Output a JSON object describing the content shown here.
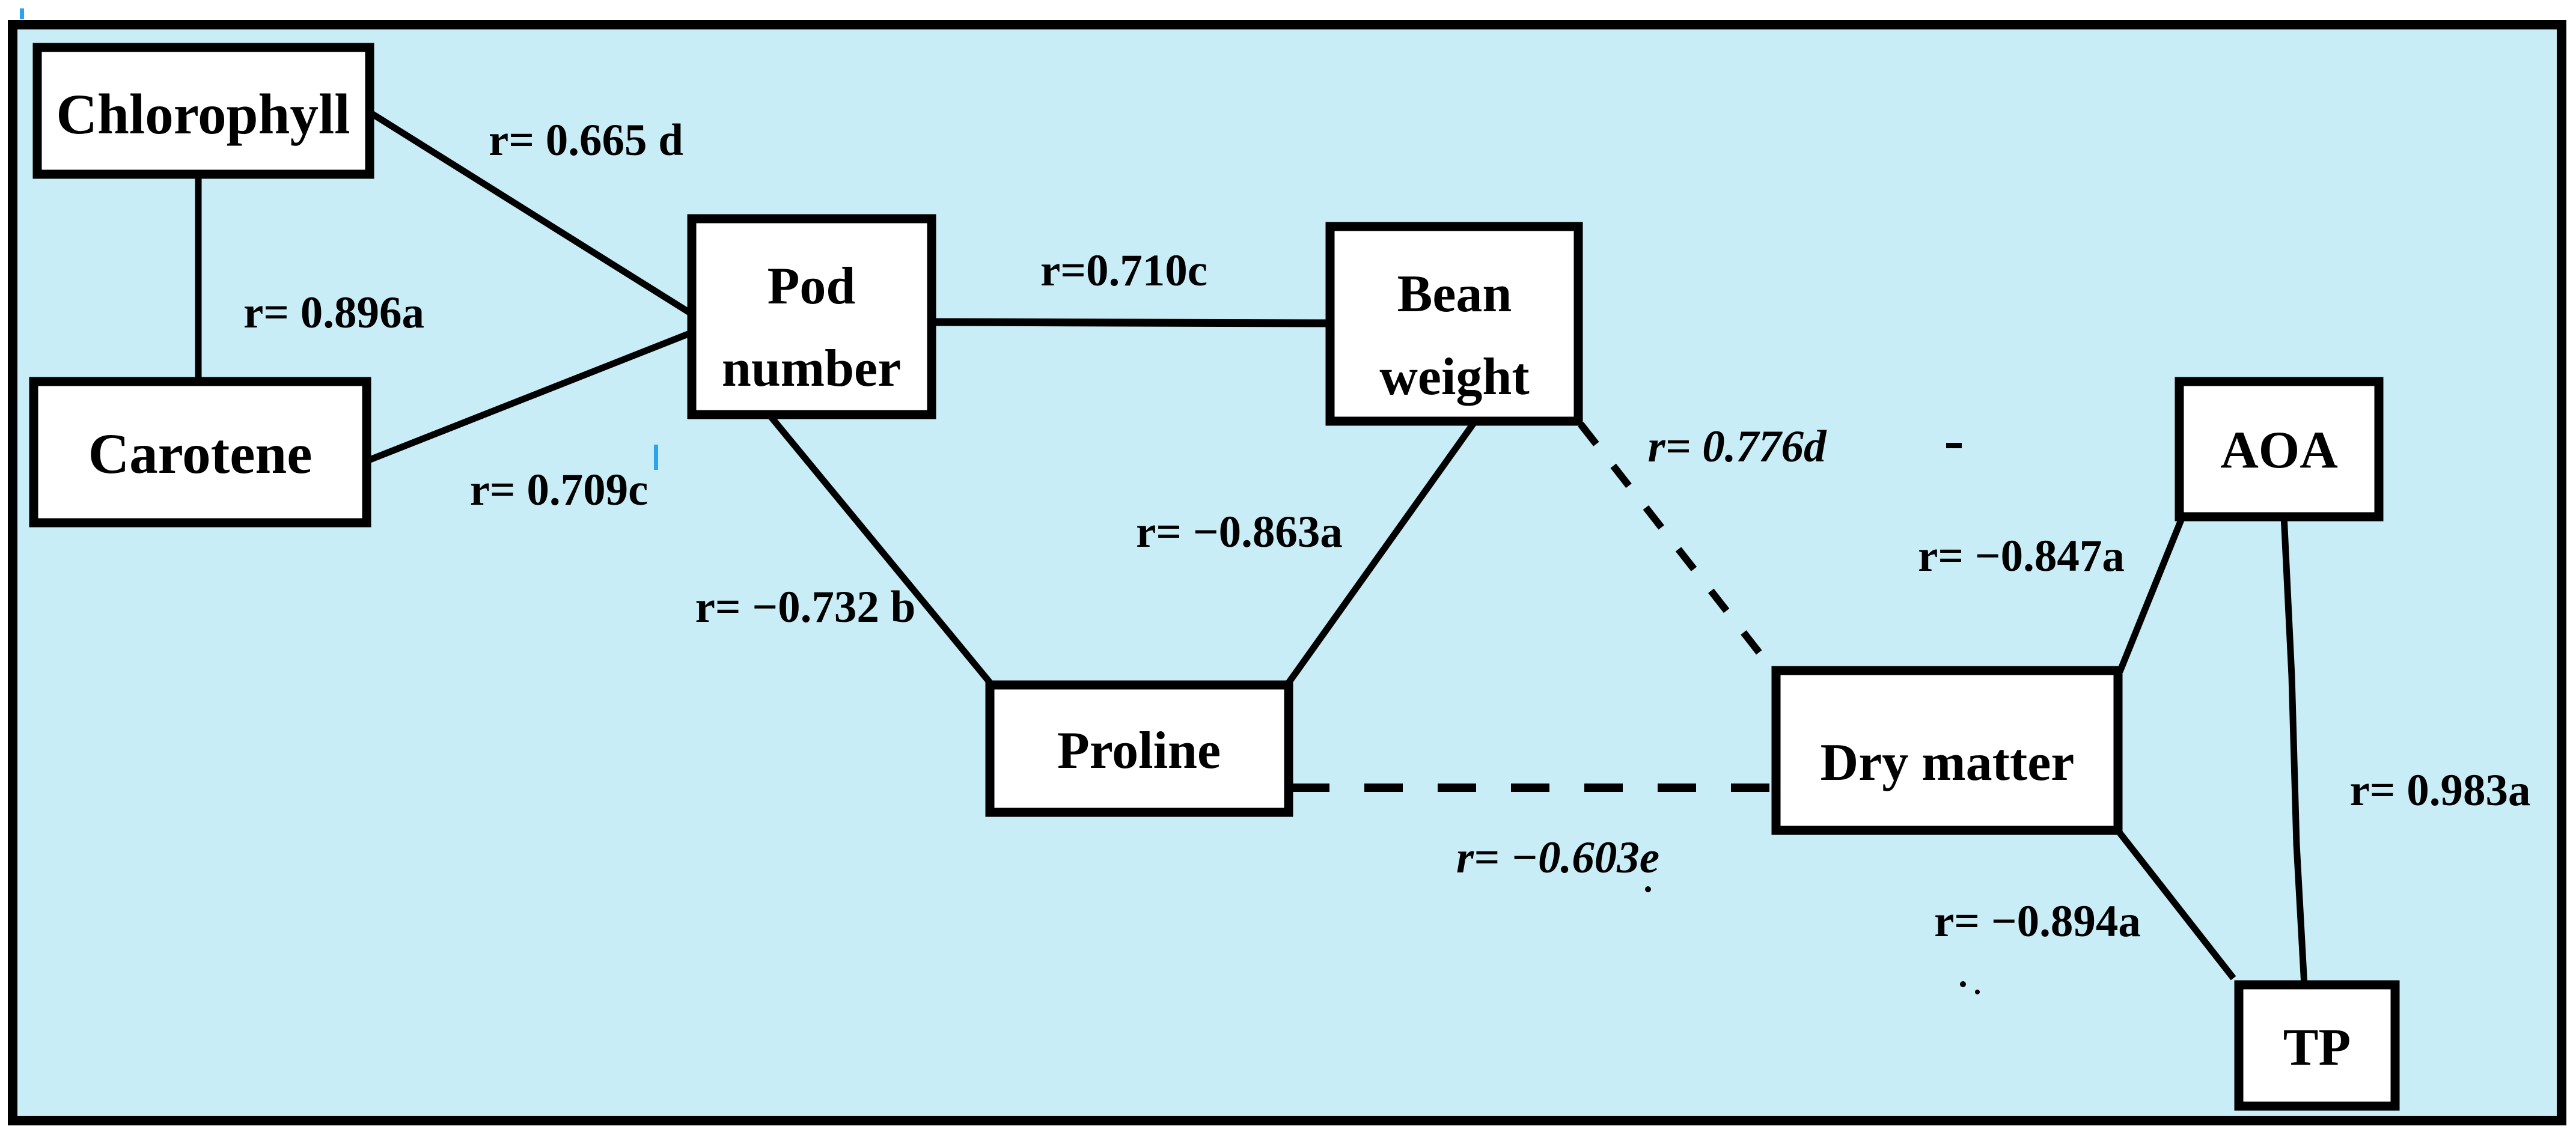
{
  "figure": {
    "type": "correlation-diagram",
    "background_color": "#c9edf6",
    "border_color": "#000000",
    "box_fill": "#ffffff",
    "line_color": "#000000",
    "artifact_blue": "#29a5ee"
  },
  "nodes": [
    {
      "id": "chlorophyll",
      "label": "Chlorophyll"
    },
    {
      "id": "carotene",
      "label": "Carotene"
    },
    {
      "id": "pod-number",
      "lines": [
        "Pod",
        "number"
      ]
    },
    {
      "id": "bean-weight",
      "lines": [
        "Bean",
        "weight"
      ]
    },
    {
      "id": "proline",
      "label": "Proline"
    },
    {
      "id": "dry-matter",
      "label": "Dry matter"
    },
    {
      "id": "aoa",
      "label": "AOA"
    },
    {
      "id": "tp",
      "label": "TP"
    }
  ],
  "edges": [
    {
      "from": "chlorophyll",
      "to": "carotene",
      "r_label": "r= 0.896a",
      "style": "solid",
      "italic": false
    },
    {
      "from": "chlorophyll",
      "to": "pod-number",
      "r_label": "r= 0.665 d",
      "style": "solid",
      "italic": false
    },
    {
      "from": "carotene",
      "to": "pod-number",
      "r_label": "r= 0.709c",
      "style": "solid",
      "italic": false
    },
    {
      "from": "pod-number",
      "to": "bean-weight",
      "r_label": "r=0.710c",
      "style": "solid",
      "italic": false
    },
    {
      "from": "pod-number",
      "to": "proline",
      "r_label": "r= −0.732 b",
      "style": "solid",
      "italic": false
    },
    {
      "from": "bean-weight",
      "to": "proline",
      "r_label": "r= −0.863a",
      "style": "solid",
      "italic": false
    },
    {
      "from": "bean-weight",
      "to": "dry-matter",
      "r_label": "r= 0.776d",
      "style": "dashed",
      "italic": true
    },
    {
      "from": "proline",
      "to": "dry-matter",
      "r_label": "r= −0.603e",
      "style": "dashed",
      "italic": true
    },
    {
      "from": "dry-matter",
      "to": "aoa",
      "r_label": "r= −0.847a",
      "style": "solid",
      "italic": false
    },
    {
      "from": "aoa",
      "to": "tp",
      "r_label": "r= 0.983a",
      "style": "solid",
      "italic": false
    },
    {
      "from": "dry-matter",
      "to": "tp",
      "r_label": "r= −0.894a",
      "style": "solid",
      "italic": false
    }
  ]
}
